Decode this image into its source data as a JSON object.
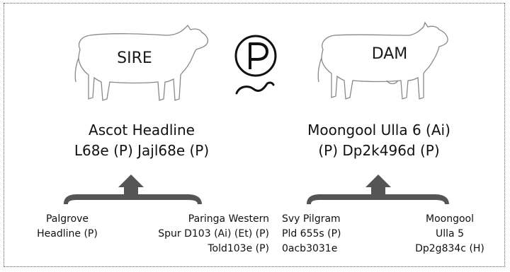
{
  "sire": {
    "label": "SIRE",
    "name_line1": "Ascot Headline",
    "name_line2": "L68e (P) Jajl68e (P)",
    "ancestors": [
      {
        "lines": [
          "Palgrove",
          "Headline (P)"
        ]
      },
      {
        "lines": [
          "Paringa Western",
          "Spur D103 (Ai) (Et) (P)",
          "Told103e (P)"
        ]
      }
    ]
  },
  "dam": {
    "label": "DAM",
    "name_line1": "Moongool Ulla 6 (Ai)",
    "name_line2": "(P) Dp2k496d (P)",
    "ancestors": [
      {
        "lines": [
          "Svy Pilgram",
          "Pld 655s (P)",
          "0acb3031e"
        ]
      },
      {
        "lines": [
          "Moongool",
          "Ulla 5",
          "Dp2g834c (H)"
        ]
      }
    ]
  },
  "poll_badge": {
    "letter": "P",
    "icon": "polled-icon"
  },
  "colors": {
    "arrow": "#555555",
    "outline": "#888888",
    "text": "#111111"
  }
}
